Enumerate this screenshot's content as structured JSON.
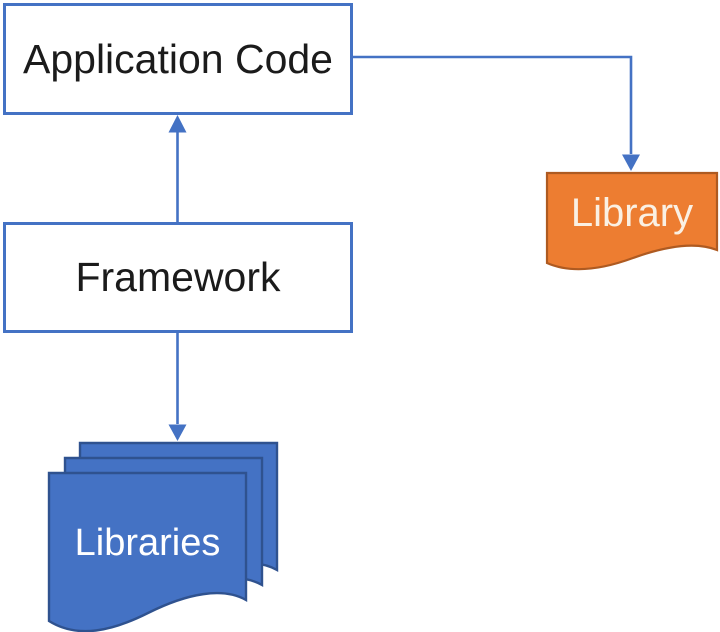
{
  "diagram": {
    "nodes": [
      {
        "id": "application-code",
        "label": "Application Code",
        "shape": "rectangle"
      },
      {
        "id": "framework",
        "label": "Framework",
        "shape": "rectangle"
      },
      {
        "id": "library",
        "label": "Library",
        "shape": "document"
      },
      {
        "id": "libraries",
        "label": "Libraries",
        "shape": "stacked-documents"
      }
    ],
    "edges": [
      {
        "from": "framework",
        "to": "application-code",
        "type": "straight",
        "arrowhead": "up"
      },
      {
        "from": "framework",
        "to": "libraries",
        "type": "straight",
        "arrowhead": "down"
      },
      {
        "from": "application-code",
        "to": "library",
        "type": "elbow",
        "arrowhead": "down"
      }
    ],
    "colors": {
      "connector": "#4472C4",
      "box_border": "#4472C4",
      "box_fill": "#FFFFFF",
      "box_text": "#1B1B1B",
      "document_orange_fill": "#ED7D31",
      "document_orange_border": "#AE5A21",
      "document_blue_fill": "#4472C4",
      "document_blue_border": "#2F528F",
      "document_text": "#FFFFFF"
    }
  }
}
